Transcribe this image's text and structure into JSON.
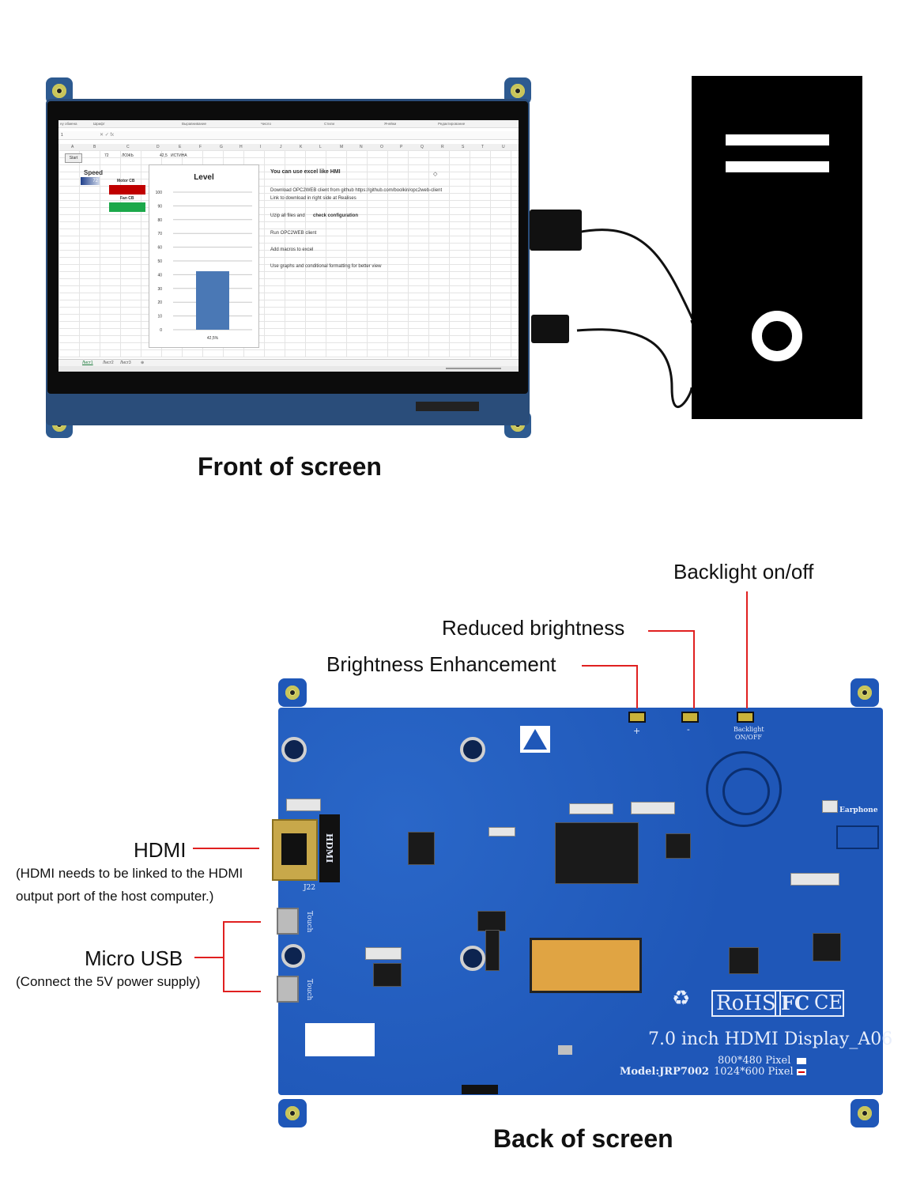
{
  "front": {
    "caption": "Front of screen",
    "excel": {
      "menu": [
        "ну обмена",
        "Шрифт",
        "Выравнивание",
        "Число",
        "Стили",
        "Ячейки",
        "Редактирование"
      ],
      "name_box": "1",
      "columns": [
        "A",
        "B",
        "C",
        "D",
        "E",
        "F",
        "G",
        "H",
        "I",
        "J",
        "K",
        "L",
        "M",
        "N",
        "O",
        "P",
        "Q",
        "R",
        "S",
        "T",
        "U"
      ],
      "row1": {
        "start": "Start",
        "b": "72",
        "c": "ЛОЖЬ",
        "d": "42,5",
        "e": "ИСТИНА"
      },
      "speed_label": "Speed",
      "speed_value": "72",
      "motor_label": "Motor CB",
      "fan_label": "Fan CB",
      "hmi_title": "You can use excel like HMI",
      "hmi_lines": [
        "Download OPC2WEB client from github https://github.com/boolkin/opc2web-client",
        "Link to download in right side at Realises",
        "Uzip all files and",
        "check configuration",
        "Run OPC2WEB client",
        "Add macros to excel",
        "Use graphs and conditional formatting for better view"
      ],
      "tabs": [
        "Лист1",
        "Лист2",
        "Лист3"
      ]
    }
  },
  "chart_data": {
    "type": "bar",
    "title": "Level",
    "categories": [
      "42,5%"
    ],
    "values": [
      42.5
    ],
    "yticks": [
      0,
      10,
      20,
      30,
      40,
      50,
      60,
      70,
      80,
      90,
      100
    ],
    "ylim": [
      0,
      100
    ],
    "xlabel": "",
    "ylabel": "",
    "grid": true,
    "color": "#4a78b5"
  },
  "back": {
    "caption": "Back of screen",
    "labels": {
      "backlight": "Backlight on/off",
      "reduced": "Reduced brightness",
      "enhance": "Brightness Enhancement",
      "hdmi": "HDMI",
      "hdmi_note_1": "(HDMI needs to be linked to the HDMI",
      "hdmi_note_2": "output port of the host computer.)",
      "usb": "Micro USB",
      "usb_note": "(Connect the 5V power supply)"
    },
    "silk": {
      "product": "7.0 inch HDMI Display_A06",
      "res1": "800*480 Pixel",
      "res2": "1024*600 Pixel",
      "model": "Model:JRP7002",
      "rohs": "RoHS",
      "fc": "FC",
      "ce": "CE",
      "backlight_sw": "Backlight",
      "backlight_sw2": "ON/OFF",
      "plus": "+",
      "minus": "-",
      "earphone": "Earphone",
      "hdmi_port": "HDMI",
      "touch": "Touch",
      "j22": "J22"
    }
  },
  "colors": {
    "pcb": "#1f57b8",
    "callout": "#e02020",
    "motor": "#c00000",
    "fan": "#1ca84a"
  }
}
